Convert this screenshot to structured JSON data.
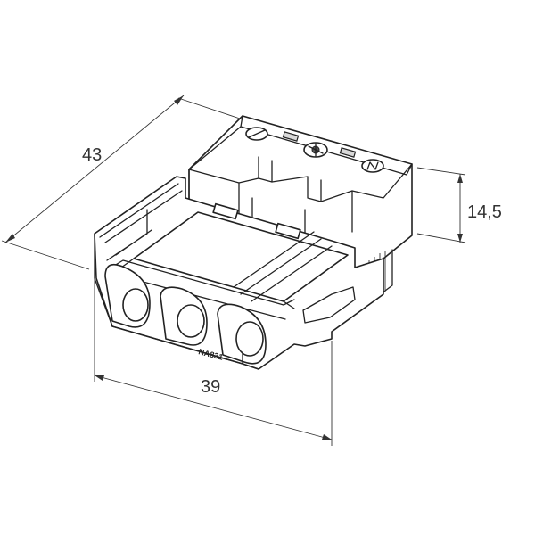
{
  "dimensions": {
    "length": "43",
    "height": "14,5",
    "width": "39"
  },
  "part_marking": "NA831",
  "colors": {
    "line": "#222222",
    "dimension_text": "#333333",
    "background": "#ffffff"
  }
}
